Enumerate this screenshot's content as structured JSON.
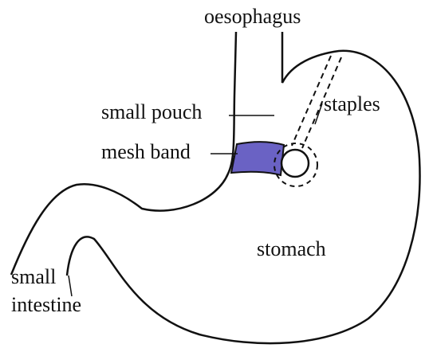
{
  "labels": {
    "oesophagus": "oesophagus",
    "small_pouch": "small pouch",
    "mesh_band": "mesh band",
    "staples": "staples",
    "stomach": "stomach",
    "small_intestine_line1": "small",
    "small_intestine_line2": "intestine"
  },
  "colors": {
    "outline": "#111111",
    "mesh_band_fill": "#6a62c4",
    "background": "#ffffff"
  }
}
